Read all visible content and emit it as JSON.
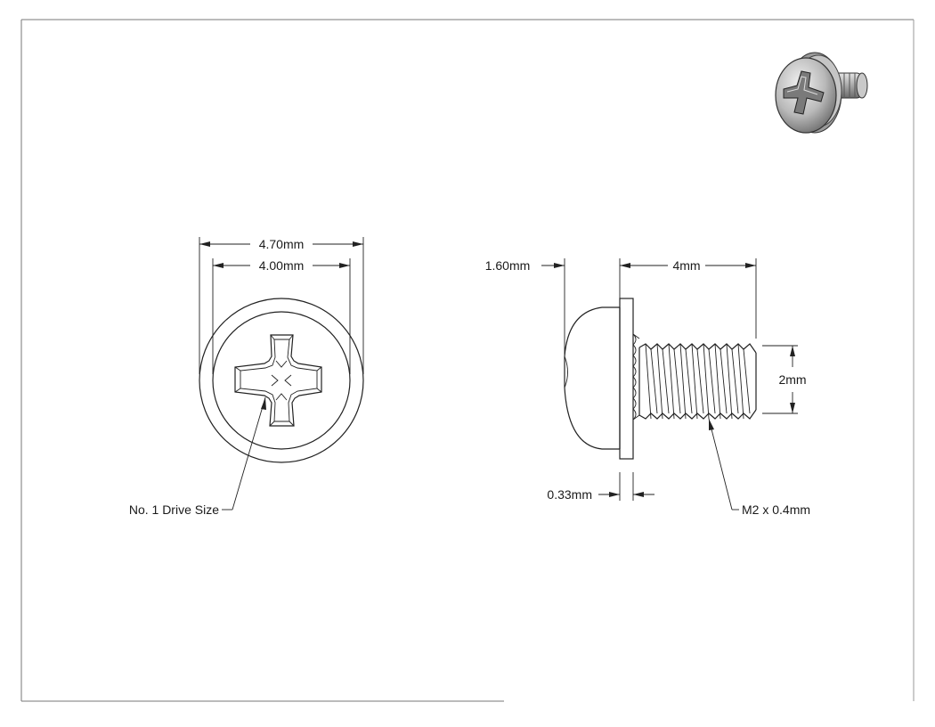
{
  "dimensions": {
    "head_outer_diameter": "4.70mm",
    "head_inner_diameter": "4.00mm",
    "head_height": "1.60mm",
    "screw_length": "4mm",
    "thread_diameter": "2mm",
    "washer_thickness": "0.33mm"
  },
  "callouts": {
    "drive_size": "No. 1 Drive Size",
    "thread_spec": "M2 x 0.4mm"
  },
  "colors": {
    "line": "#222222",
    "background": "#ffffff",
    "frame": "#555555"
  },
  "icons": {
    "iso_view": "screw-3d-icon"
  }
}
